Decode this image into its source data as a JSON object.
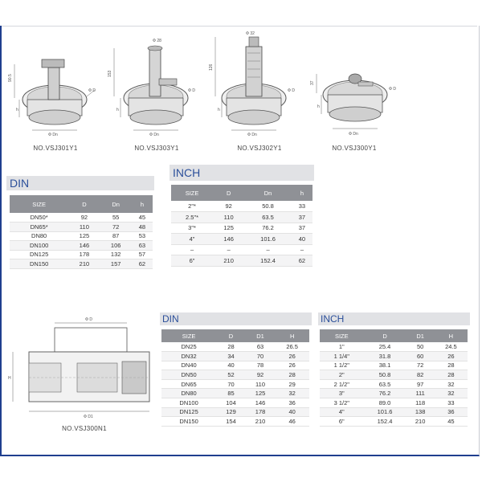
{
  "drawings": [
    {
      "caption": "NO.VSJ301Y1",
      "dims": {
        "top": "90.5",
        "side": "h",
        "dia": "Φ D",
        "base": "Φ Dn"
      }
    },
    {
      "caption": "NO.VSJ303Y1",
      "dims": {
        "top": "Φ 28",
        "side": "153",
        "side2": "h",
        "dia": "Φ D",
        "base": "Φ Dn"
      }
    },
    {
      "caption": "NO.VSJ302Y1",
      "dims": {
        "top": "Φ 32",
        "side": "126",
        "side2": "h",
        "dia": "Φ D",
        "base": "Φ Dn"
      }
    },
    {
      "caption": "NO.VSJ300Y1",
      "dims": {
        "side": "37",
        "side2": "h",
        "dia": "Φ D",
        "base": "Φ Dn"
      }
    }
  ],
  "bottom_drawing": {
    "caption": "NO.VSJ300N1",
    "dims": {
      "top": "Φ D",
      "side": "H",
      "base": "Φ D1"
    }
  },
  "din1": {
    "title": "DIN",
    "headers": [
      "SIZE",
      "D",
      "Dn",
      "h"
    ],
    "rows": [
      [
        "DN50*",
        "92",
        "55",
        "45"
      ],
      [
        "DN65*",
        "110",
        "72",
        "48"
      ],
      [
        "DN80",
        "125",
        "87",
        "53"
      ],
      [
        "DN100",
        "146",
        "106",
        "63"
      ],
      [
        "DN125",
        "178",
        "132",
        "57"
      ],
      [
        "DN150",
        "210",
        "157",
        "62"
      ]
    ]
  },
  "inch1": {
    "title": "INCH",
    "headers": [
      "SIZE",
      "D",
      "Dn",
      "h"
    ],
    "rows": [
      [
        "2\"*",
        "92",
        "50.8",
        "33"
      ],
      [
        "2.5\"*",
        "110",
        "63.5",
        "37"
      ],
      [
        "3\"*",
        "125",
        "76.2",
        "37"
      ],
      [
        "4\"",
        "146",
        "101.6",
        "40"
      ],
      [
        "–",
        "–",
        "–",
        "–"
      ],
      [
        "6\"",
        "210",
        "152.4",
        "62"
      ]
    ]
  },
  "din2": {
    "title": "DIN",
    "headers": [
      "SIZE",
      "D",
      "D1",
      "H"
    ],
    "rows": [
      [
        "DN25",
        "28",
        "63",
        "26.5"
      ],
      [
        "DN32",
        "34",
        "70",
        "26"
      ],
      [
        "DN40",
        "40",
        "78",
        "26"
      ],
      [
        "DN50",
        "52",
        "92",
        "28"
      ],
      [
        "DN65",
        "70",
        "110",
        "29"
      ],
      [
        "DN80",
        "85",
        "125",
        "32"
      ],
      [
        "DN100",
        "104",
        "146",
        "36"
      ],
      [
        "DN125",
        "129",
        "178",
        "40"
      ],
      [
        "DN150",
        "154",
        "210",
        "46"
      ]
    ]
  },
  "inch2": {
    "title": "INCH",
    "headers": [
      "SIZE",
      "D",
      "D1",
      "H"
    ],
    "rows": [
      [
        "1\"",
        "25.4",
        "50",
        "24.5"
      ],
      [
        "1 1/4\"",
        "31.8",
        "60",
        "26"
      ],
      [
        "1 1/2\"",
        "38.1",
        "72",
        "28"
      ],
      [
        "2\"",
        "50.8",
        "82",
        "28"
      ],
      [
        "2 1/2\"",
        "63.5",
        "97",
        "32"
      ],
      [
        "3\"",
        "76.2",
        "111",
        "32"
      ],
      [
        "3 1/2\"",
        "89.0",
        "118",
        "33"
      ],
      [
        "4\"",
        "101.6",
        "138",
        "36"
      ],
      [
        "6\"",
        "152.4",
        "210",
        "45"
      ]
    ]
  }
}
